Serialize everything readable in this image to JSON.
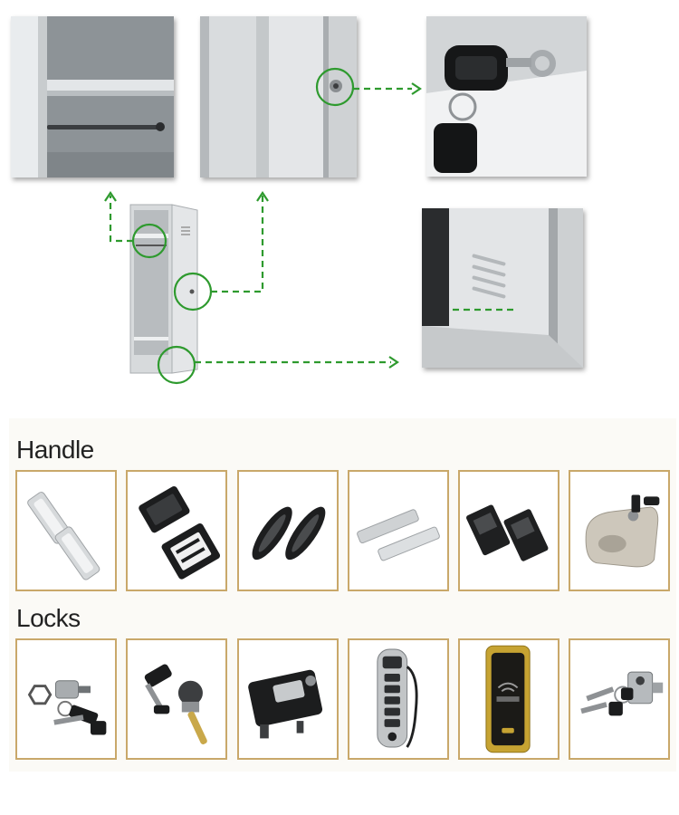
{
  "sections": {
    "handle": {
      "title": "Handle"
    },
    "locks": {
      "title": "Locks"
    }
  },
  "colors": {
    "callout_green": "#2e9a2e",
    "tile_border": "#c9a86a",
    "metal_gray": "#bfc3c6"
  },
  "handle_items": [
    "aluminium-recessed-handle",
    "black-square-recessed-handle",
    "black-oval-pull-handle",
    "silver-bar-handle",
    "black-recessed-latch-handle",
    "beige-key-latch-handle"
  ],
  "lock_items": [
    "cam-lock-with-keys",
    "key-tumbler-lock",
    "black-latch-lock",
    "electronic-keypad-lock",
    "rfid-card-lock",
    "cam-lock-keys"
  ]
}
